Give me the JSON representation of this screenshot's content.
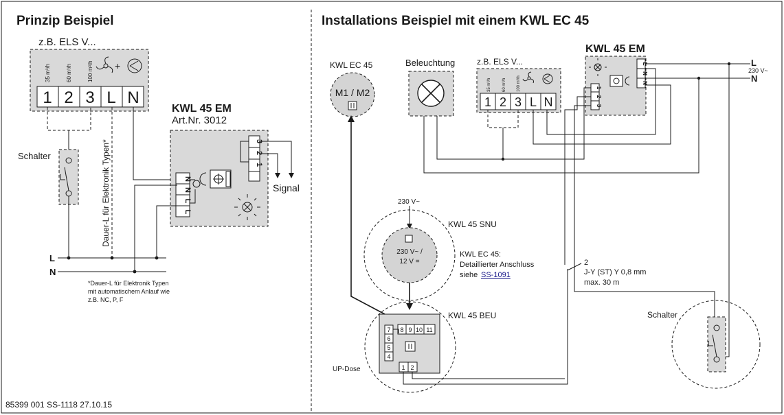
{
  "left": {
    "title": "Prinzip Beispiel",
    "controller_label": "z.B. ELS V...",
    "speeds": [
      "35 m³/h",
      "60 m³/h",
      "100 m³/h"
    ],
    "terminals": [
      "1",
      "2",
      "3",
      "L",
      "N"
    ],
    "switch_label": "Schalter",
    "vertical_label": "Dauer-L für Elektronik Typen*",
    "module_title": "KWL 45 EM",
    "module_art": "Art.Nr. 3012",
    "module_left_terms": [
      "N",
      "N",
      "L",
      "L"
    ],
    "module_right_terms": [
      "3",
      "2",
      "1"
    ],
    "signal_label": "Signal",
    "line_L": "L",
    "line_N": "N",
    "footnote": [
      "*Dauer-L für Elektronik Typen",
      "mit automatischem Anlauf wie",
      "z.B. NC, P, F"
    ]
  },
  "right": {
    "title": "Installations Beispiel mit einem KWL EC 45",
    "kwl_ec_label": "KWL EC 45",
    "kwl_ec_inner": "M1 / M2",
    "light_label": "Beleuchtung",
    "controller_label": "z.B. ELS V...",
    "speeds": [
      "35 m³/h",
      "60 m³/h",
      "100 m³/h"
    ],
    "terminals": [
      "1",
      "2",
      "3",
      "L",
      "N"
    ],
    "module_title": "KWL 45 EM",
    "module_left_terms": [
      "1",
      "2",
      "3"
    ],
    "module_right_terms": [
      "L",
      "N",
      "N"
    ],
    "line_L": "L",
    "line_voltage": "230 V~",
    "line_N": "N",
    "snu_supply": "230 V~",
    "snu_label": "KWL 45 SNU",
    "snu_inner": [
      "230 V~ /",
      "12 V ="
    ],
    "note_title": "KWL EC 45:",
    "note_line": "Detaillierter Anschluss",
    "note_see": "siehe",
    "note_link": "SS-1091",
    "cable_count": "2",
    "cable_type": "J-Y (ST) Y 0,8 mm",
    "cable_max": "max. 30 m",
    "beu_label": "KWL 45 BEU",
    "beu_terms_top": [
      "8",
      "9",
      "10",
      "11"
    ],
    "beu_terms_left": [
      "7",
      "6",
      "5",
      "4"
    ],
    "beu_terms_bottom": [
      "1",
      "2"
    ],
    "updose_label": "UP-Dose",
    "switch_label": "Schalter"
  },
  "footer": "85399 001   SS-1118   27.10.15"
}
